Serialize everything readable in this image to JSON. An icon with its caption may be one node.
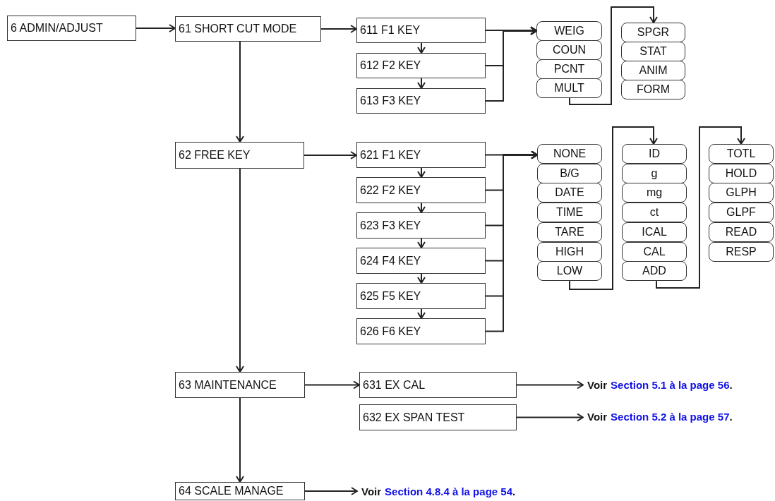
{
  "diagram": {
    "nodes": [
      {
        "text": [
          "6 ADMIN/ADJUST"
        ]
      },
      {
        "text": [
          "61 SHORT CUT MODE"
        ]
      },
      {
        "text": [
          "611 F1 KEY"
        ]
      },
      {
        "text": [
          "612 F2 KEY"
        ]
      },
      {
        "text": [
          "613 F3 KEY"
        ]
      },
      {
        "text": [
          "WEIG"
        ]
      },
      {
        "text": [
          "COUN"
        ]
      },
      {
        "text": [
          "PCNT"
        ]
      },
      {
        "text": [
          "MULT"
        ]
      },
      {
        "text": [
          "SPGR"
        ]
      },
      {
        "text": [
          "STAT"
        ]
      },
      {
        "text": [
          "ANIM"
        ]
      },
      {
        "text": [
          "FORM"
        ]
      },
      {
        "text": [
          "62 FREE KEY"
        ]
      },
      {
        "text": [
          "621 F1 KEY"
        ]
      },
      {
        "text": [
          "622 F2 KEY"
        ]
      },
      {
        "text": [
          "623 F3 KEY"
        ]
      },
      {
        "text": [
          "624 F4 KEY"
        ]
      },
      {
        "text": [
          "625 F5 KEY"
        ]
      },
      {
        "text": [
          "626 F6 KEY"
        ]
      },
      {
        "text": [
          "NONE"
        ]
      },
      {
        "text": [
          "B/G"
        ]
      },
      {
        "text": [
          "DATE"
        ]
      },
      {
        "text": [
          "TIME"
        ]
      },
      {
        "text": [
          "TARE"
        ]
      },
      {
        "text": [
          "HIGH"
        ]
      },
      {
        "text": [
          "LOW"
        ]
      },
      {
        "text": [
          "ID"
        ]
      },
      {
        "text": [
          "g"
        ]
      },
      {
        "text": [
          "mg"
        ]
      },
      {
        "text": [
          "ct"
        ]
      },
      {
        "text": [
          "ICAL"
        ]
      },
      {
        "text": [
          "CAL"
        ]
      },
      {
        "text": [
          "ADD"
        ]
      },
      {
        "text": [
          "TOTL"
        ]
      },
      {
        "text": [
          "HOLD"
        ]
      },
      {
        "text": [
          "GLPH"
        ]
      },
      {
        "text": [
          "GLPF"
        ]
      },
      {
        "text": [
          "READ"
        ]
      },
      {
        "text": [
          "RESP"
        ]
      },
      {
        "text": [
          "63 MAINTENANCE"
        ]
      },
      {
        "text": [
          "631 EX CAL"
        ]
      },
      {
        "text": [
          "632 EX SPAN TEST"
        ]
      },
      {
        "text": [
          "Voir",
          "Section 5.1 à la page 56",
          "."
        ]
      },
      {
        "text": [
          "Voir",
          "Section 5.2 à la page 57",
          "."
        ]
      },
      {
        "text": [
          "64 SCALE MANAGE"
        ]
      },
      {
        "text": [
          "Voir",
          "Section 4.8.4 à la page 54",
          "."
        ]
      }
    ],
    "edges": [
      {
        "from": 0,
        "to": 1,
        "arrow": "to"
      },
      {
        "from": 1,
        "to": 2,
        "arrow": "to"
      },
      {
        "from": 2,
        "to": 3,
        "arrow": "to"
      },
      {
        "from": 3,
        "to": 4,
        "arrow": "to"
      },
      {
        "from": 2,
        "to": 5,
        "arrow": "to"
      },
      {
        "from": 3,
        "to": 5,
        "arrow": "to"
      },
      {
        "from": 4,
        "to": 5,
        "arrow": "to"
      },
      {
        "from": 8,
        "to": 9,
        "arrow": "to"
      },
      {
        "from": 1,
        "to": 13,
        "arrow": "to"
      },
      {
        "from": 13,
        "to": 14,
        "arrow": "to"
      },
      {
        "from": 14,
        "to": 15,
        "arrow": "to"
      },
      {
        "from": 15,
        "to": 16,
        "arrow": "to"
      },
      {
        "from": 16,
        "to": 17,
        "arrow": "to"
      },
      {
        "from": 17,
        "to": 18,
        "arrow": "to"
      },
      {
        "from": 18,
        "to": 19,
        "arrow": "to"
      },
      {
        "from": 14,
        "to": 20,
        "arrow": "to"
      },
      {
        "from": 15,
        "to": 20,
        "arrow": "to"
      },
      {
        "from": 16,
        "to": 20,
        "arrow": "to"
      },
      {
        "from": 17,
        "to": 20,
        "arrow": "to"
      },
      {
        "from": 18,
        "to": 20,
        "arrow": "to"
      },
      {
        "from": 19,
        "to": 20,
        "arrow": "to"
      },
      {
        "from": 26,
        "to": 27,
        "arrow": "to"
      },
      {
        "from": 33,
        "to": 34,
        "arrow": "to"
      },
      {
        "from": 13,
        "to": 40,
        "arrow": "to"
      },
      {
        "from": 40,
        "to": 41,
        "arrow": "to"
      },
      {
        "from": 41,
        "to": 43,
        "arrow": "to"
      },
      {
        "from": 42,
        "to": 44,
        "arrow": "to"
      },
      {
        "from": 40,
        "to": 45,
        "arrow": "to"
      },
      {
        "from": 45,
        "to": 46,
        "arrow": "to"
      }
    ]
  }
}
